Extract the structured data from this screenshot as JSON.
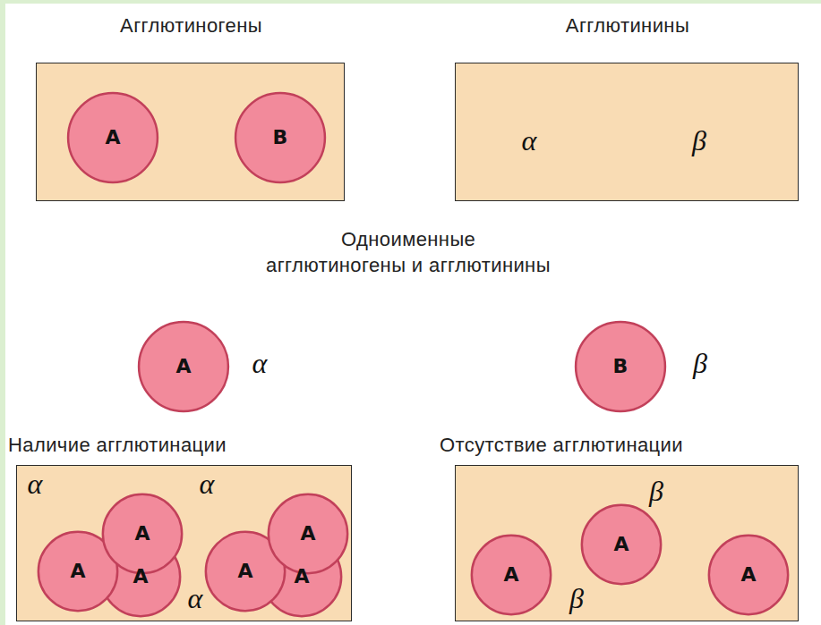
{
  "diagram": {
    "nodes": [
      {
        "text": [
          "Агглютиногены"
        ]
      },
      {
        "text": [
          "A"
        ],
        "in": 0
      },
      {
        "text": [
          "B"
        ],
        "in": 0
      },
      {
        "text": [
          "Агглютинины",
          "α",
          "β"
        ]
      },
      {
        "text": [
          "A"
        ]
      },
      {
        "text": [
          "B"
        ]
      },
      {
        "text": [
          "Наличие агглютинации",
          "α",
          "α",
          "α"
        ]
      },
      {
        "text": [
          "A"
        ],
        "in": 6
      },
      {
        "text": [
          "A"
        ],
        "in": 6
      },
      {
        "text": [
          "A"
        ],
        "in": 6
      },
      {
        "text": [
          "A"
        ],
        "in": 6
      },
      {
        "text": [
          "A"
        ],
        "in": 6
      },
      {
        "text": [
          "A"
        ],
        "in": 6
      },
      {
        "text": [
          "Отсутствие агглютинации",
          "β",
          "β"
        ]
      },
      {
        "text": [
          "A"
        ],
        "in": 13
      },
      {
        "text": [
          "A"
        ],
        "in": 13
      },
      {
        "text": [
          "A"
        ],
        "in": 13
      }
    ],
    "labels": [
      "Одноименные агглютиногены и агглютинины",
      "α",
      "β"
    ]
  }
}
